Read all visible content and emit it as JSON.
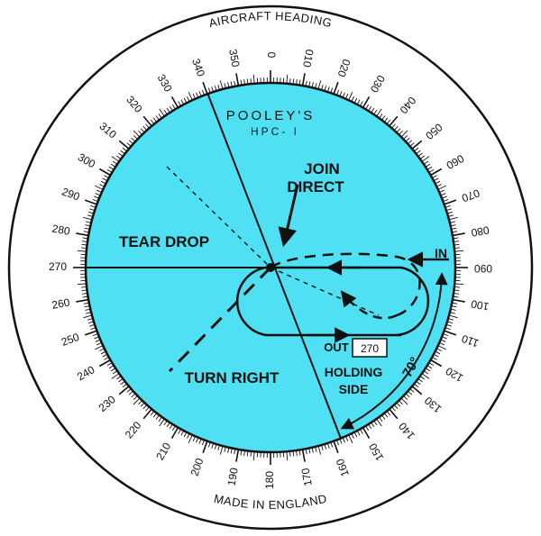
{
  "rim": {
    "top_label": "AIRCRAFT HEADING",
    "bottom_label": "MADE IN ENGLAND",
    "heading_labels": [
      "0",
      "010",
      "020",
      "030",
      "040",
      "050",
      "060",
      "070",
      "080",
      "090",
      "100",
      "110",
      "120",
      "130",
      "140",
      "150",
      "160",
      "170",
      "180",
      "190",
      "200",
      "210",
      "220",
      "230",
      "240",
      "250",
      "260",
      "270",
      "280",
      "290",
      "300",
      "310",
      "320",
      "330",
      "340",
      "350"
    ]
  },
  "brand": {
    "name": "POOLEY'S",
    "model": "HPC- I"
  },
  "sectors": {
    "join_direct": [
      "JOIN",
      "DIRECT"
    ],
    "tear_drop": "TEAR DROP",
    "turn_right": "TURN RIGHT",
    "holding_side": [
      "HOLDING",
      "SIDE"
    ]
  },
  "pattern": {
    "inbound_label": "IN",
    "outbound_label": "OUT",
    "outbound_heading": "270",
    "angle_label": "70°"
  },
  "colors": {
    "face": "#4fe1f3",
    "ink": "#111111",
    "rim": "#ffffff"
  }
}
